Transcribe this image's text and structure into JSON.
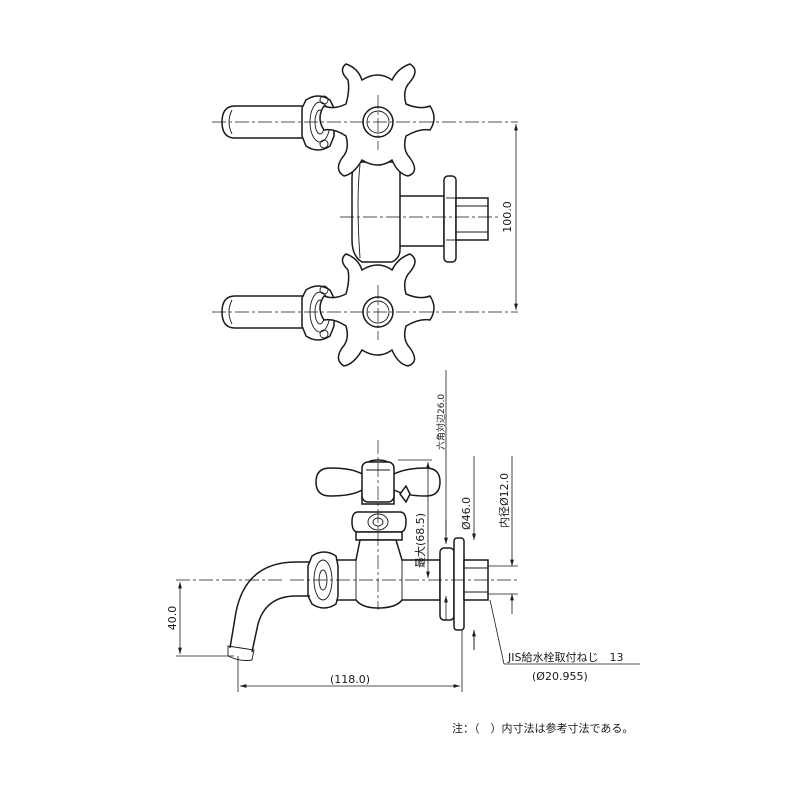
{
  "dimensions": {
    "height_top": "100.0",
    "hex_across_flats": "六角対辺26.0",
    "max_height": "最大(68.5)",
    "diameter_46": "Ø46.0",
    "inner_diameter": "内径Ø12.0",
    "spout_drop": "40.0",
    "length": "(118.0)"
  },
  "thread_callout": {
    "line1": "JIS給水栓取付ねじ　13",
    "line2": "(Ø20.955)"
  },
  "note": "注：（　）内寸法は参考寸法である。"
}
